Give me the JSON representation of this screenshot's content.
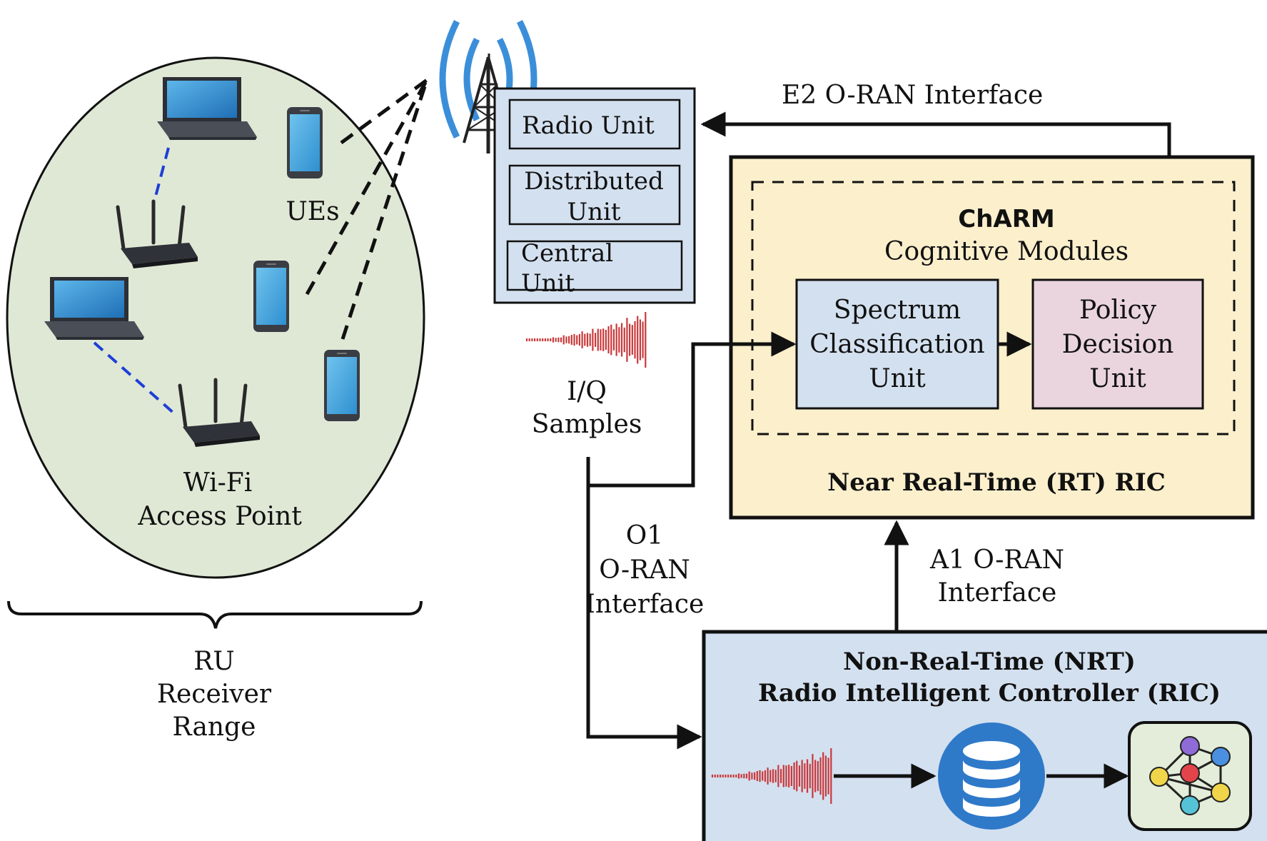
{
  "labels": {
    "ues": "UEs",
    "wifi_line1": "Wi-Fi",
    "wifi_line2": "Access Point",
    "ru_line1": "RU",
    "ru_line2": "Receiver",
    "ru_line3": "Range",
    "radio_unit": "Radio Unit",
    "distributed_line1": "Distributed",
    "distributed_line2": "Unit",
    "central_line1": "Central",
    "central_line2": "Unit",
    "iq_line1": "I/Q",
    "iq_line2": "Samples",
    "e2_interface": "E2 O-RAN Interface",
    "charm_title": "ChARM",
    "charm_subtitle": "Cognitive Modules",
    "spectrum_line1": "Spectrum",
    "spectrum_line2": "Classification",
    "spectrum_line3": "Unit",
    "policy_line1": "Policy",
    "policy_line2": "Decision",
    "policy_line3": "Unit",
    "near_rt_ric": "Near Real-Time (RT) RIC",
    "o1_line1": "O1",
    "o1_line2": "O-RAN",
    "o1_line3": "Interface",
    "a1_line1": "A1 O-RAN",
    "a1_line2": "Interface",
    "nrt_line1": "Non-Real-Time (NRT)",
    "nrt_line2": "Radio Intelligent Controller (RIC)"
  },
  "colors": {
    "coverage_fill": "#dfe8d5",
    "unit_blue": "#d3e0ef",
    "ric_yellow": "#fbefcc",
    "policy_pink": "#ead5df",
    "nrt_blue": "#d3e0ef",
    "wave_red": "#c9383a",
    "signal_blue": "#3b8fd9",
    "device_blue": "#3fa2dd",
    "database_blue": "#2f79c9",
    "link_blue": "#1d3fd6"
  },
  "icons": [
    "antenna-tower-icon",
    "laptop-icon",
    "smartphone-icon",
    "wifi-router-icon",
    "iq-waveform-icon",
    "database-icon",
    "neural-network-icon"
  ]
}
